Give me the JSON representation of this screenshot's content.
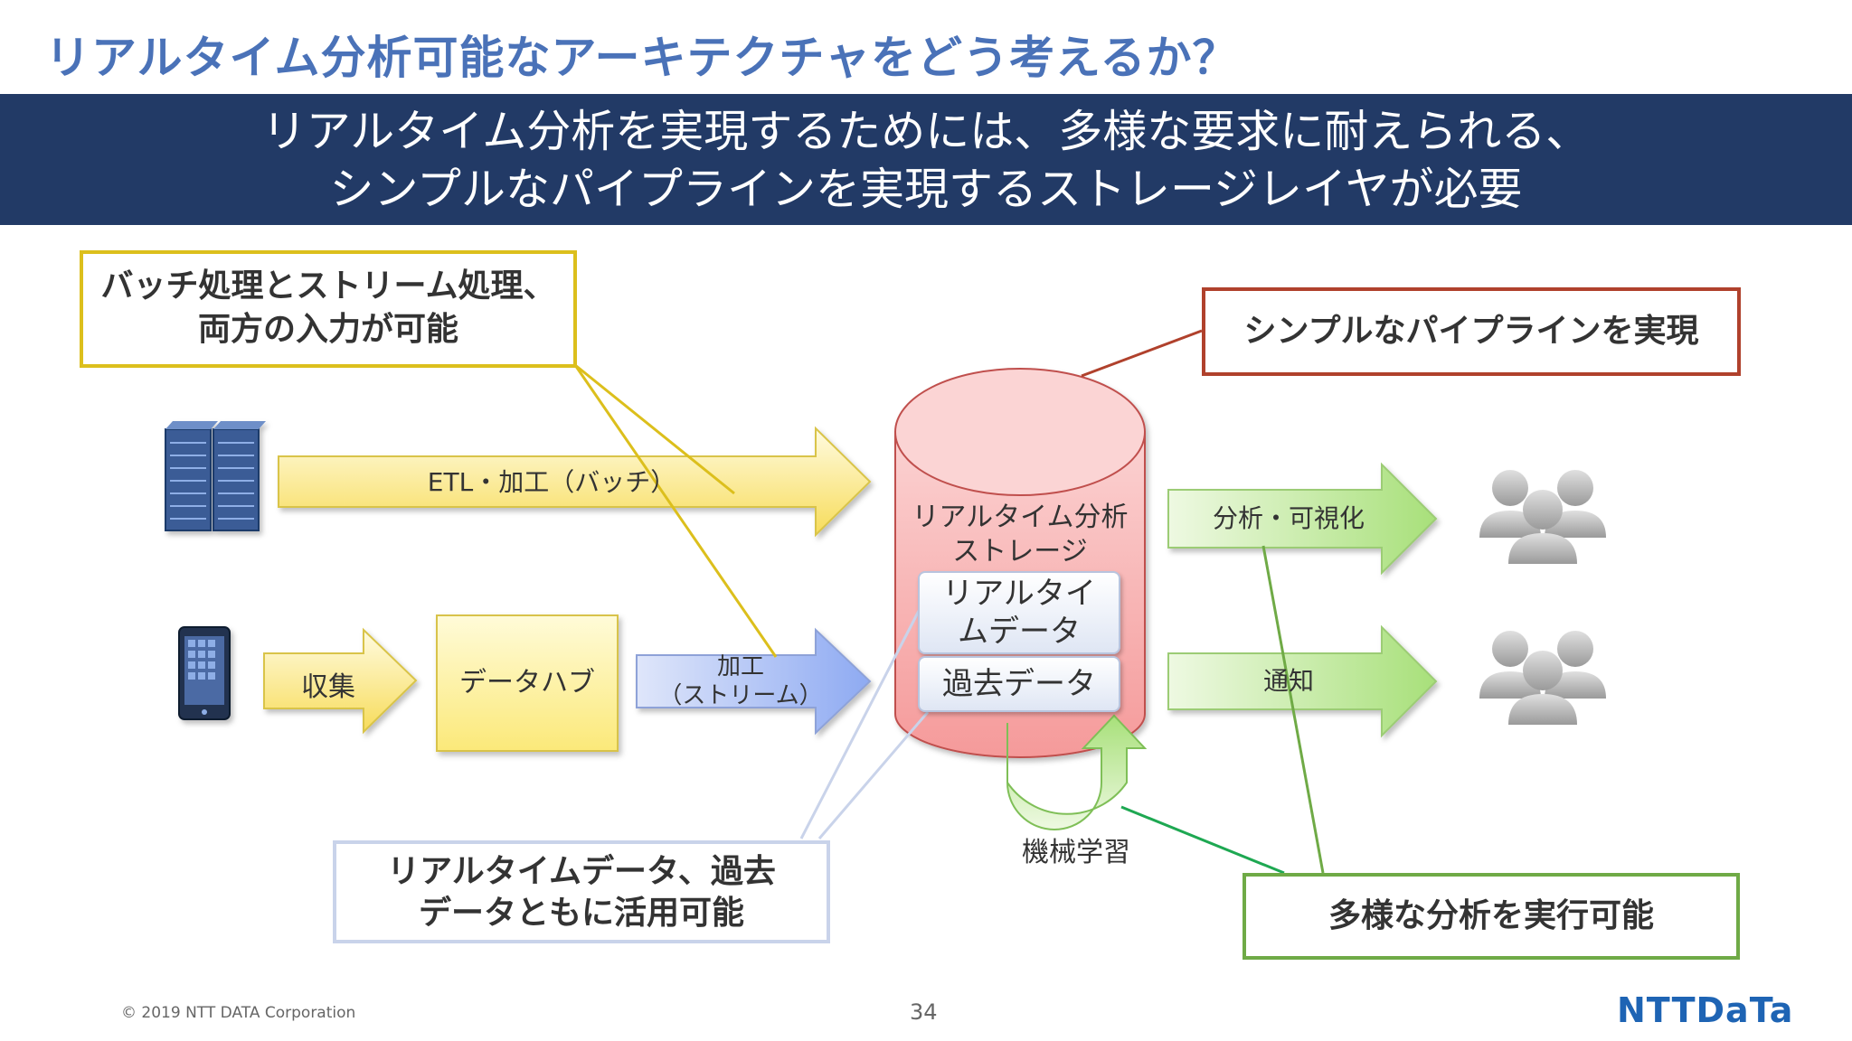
{
  "title": "リアルタイム分析可能なアーキテクチャをどう考えるか？",
  "banner": {
    "line1": "リアルタイム分析を実現するためには、多様な要求に耐えられる、",
    "line2": "シンプルなパイプラインを実現するストレージレイヤが必要"
  },
  "callouts": {
    "batch_stream": [
      "バッチ処理とストリーム処理、",
      "両方の入力が可能"
    ],
    "simple_pipeline": "シンプルなパイプラインを実現",
    "realtime_past": [
      "リアルタイムデータ、過去",
      "データともに活用可能"
    ],
    "diverse_analysis": "多様な分析を実行可能"
  },
  "flow": {
    "etl_label": "ETL・加工（バッチ）",
    "collect_label": "収集",
    "hub_label": "データハブ",
    "stream_label": [
      "加工",
      "（ストリーム）"
    ],
    "storage_label": [
      "リアルタイム分析",
      "ストレージ"
    ],
    "realtime_data": [
      "リアルタイ",
      "ムデータ"
    ],
    "past_data": "過去データ",
    "analysis_label": "分析・可視化",
    "notify_label": "通知",
    "ml_label": "機械学習"
  },
  "icons": {
    "server": "server-rack-icon",
    "tablet": "tablet-icon",
    "users": "user-group-icon"
  },
  "colors": {
    "title": "#4a72b8",
    "banner_bg": "#223a66",
    "yellow_border": "#dcbf1c",
    "red_border": "#b0412c",
    "blue_border": "#c9d3ea",
    "green_border": "#6faa46",
    "cylinder_fill": "#f6a4a4",
    "cylinder_stroke": "#c0504d"
  },
  "footer": {
    "copyright": "© 2019 NTT DATA Corporation",
    "page": "34",
    "logo": "NTTDaTa"
  }
}
